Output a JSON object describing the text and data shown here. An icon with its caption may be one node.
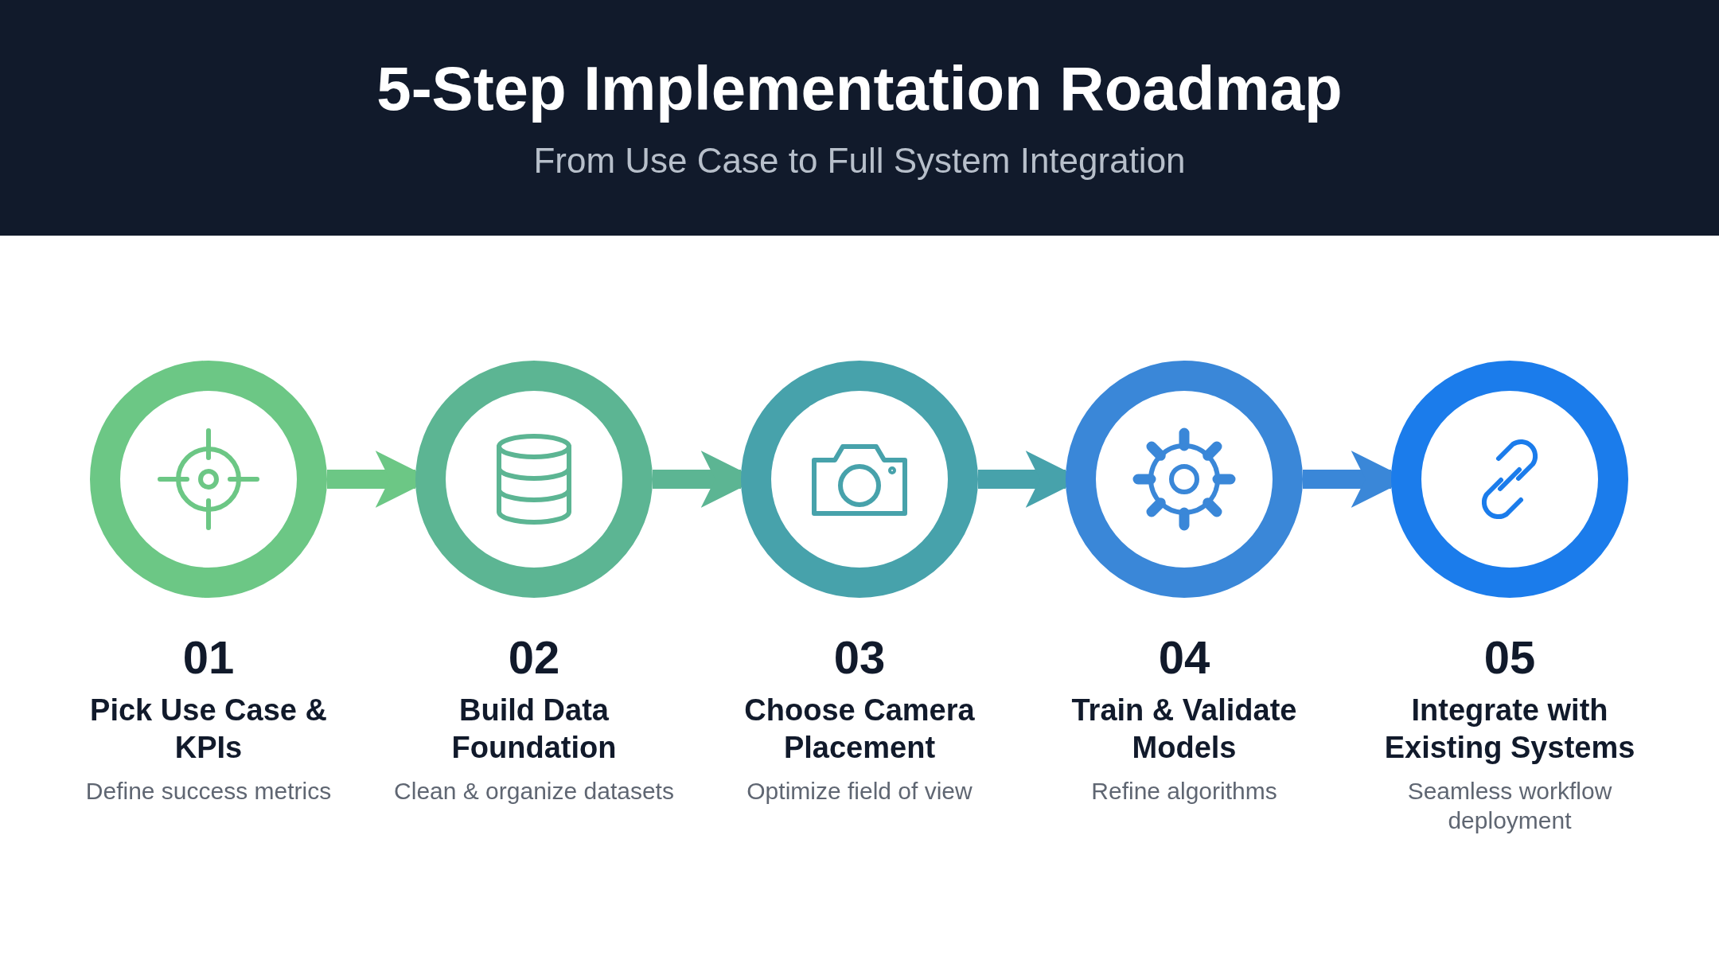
{
  "diagram": {
    "title": "5-Step Implementation Roadmap",
    "nodes": [
      {
        "text": [
          "01",
          "Pick Use Case & KPIs",
          "Define success metrics"
        ]
      },
      {
        "text": [
          "02",
          "Build Data Foundation",
          "Clean & organize datasets"
        ]
      },
      {
        "text": [
          "03",
          "Choose Camera Placement",
          "Optimize field of view"
        ]
      },
      {
        "text": [
          "04",
          "Train & Validate Models",
          "Refine algorithms"
        ]
      },
      {
        "text": [
          "05",
          "Integrate with Existing Systems",
          "Seamless workflow deployment"
        ]
      }
    ],
    "edges": [
      {
        "from": 0,
        "to": 1,
        "arrow": "to"
      },
      {
        "from": 1,
        "to": 2,
        "arrow": "to"
      },
      {
        "from": 2,
        "to": 3,
        "arrow": "to"
      },
      {
        "from": 3,
        "to": 4,
        "arrow": "to"
      }
    ],
    "labels": [
      "From Use Case to Full System Integration"
    ]
  }
}
